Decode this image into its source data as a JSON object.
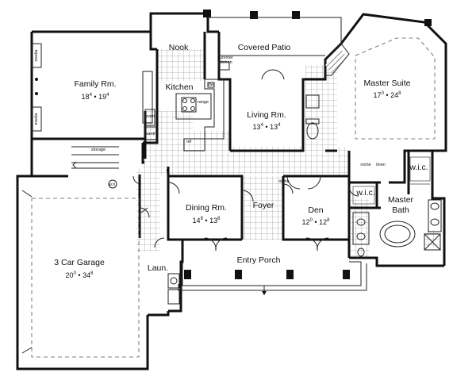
{
  "rooms": {
    "nook": {
      "name": "Nook"
    },
    "covered_patio": {
      "name": "Covered Patio"
    },
    "family_room": {
      "name": "Family Rm.",
      "w": "18",
      "w_in": "4",
      "d": "19",
      "d_in": "4"
    },
    "kitchen": {
      "name": "Kitchen"
    },
    "living_room": {
      "name": "Living Rm.",
      "w": "13",
      "w_in": "4",
      "d": "13",
      "d_in": "4"
    },
    "master_suite": {
      "name": "Master Suite",
      "w": "17",
      "w_in": "0",
      "d": "24",
      "d_in": "8"
    },
    "dining_room": {
      "name": "Dining Rm.",
      "w": "14",
      "w_in": "8",
      "d": "13",
      "d_in": "8"
    },
    "foyer": {
      "name": "Foyer"
    },
    "den": {
      "name": "Den",
      "w": "12",
      "w_in": "0",
      "d": "12",
      "d_in": "8"
    },
    "master_bath": {
      "name": "Master Bath"
    },
    "wic1": {
      "name": "w.i.c."
    },
    "wic2": {
      "name": "w.i.c."
    },
    "garage": {
      "name": "3 Car Garage",
      "w": "20",
      "w_in": "0",
      "d": "34",
      "d_in": "8"
    },
    "laundry": {
      "name": "Laun."
    },
    "entry_porch": {
      "name": "Entry Porch"
    }
  },
  "labels": {
    "summer_kitchen": [
      "summer",
      "kitchen"
    ],
    "media_top": "media",
    "media_bottom": "media",
    "oven": "oven",
    "pantry": "pantry",
    "range": "range",
    "ref": "ref",
    "storage": "storage",
    "wh": "w.h.",
    "niche_foyer": "niche",
    "niche_bed": "niche",
    "linen": "linen",
    "dw": "dw"
  },
  "dim_separator": "•"
}
